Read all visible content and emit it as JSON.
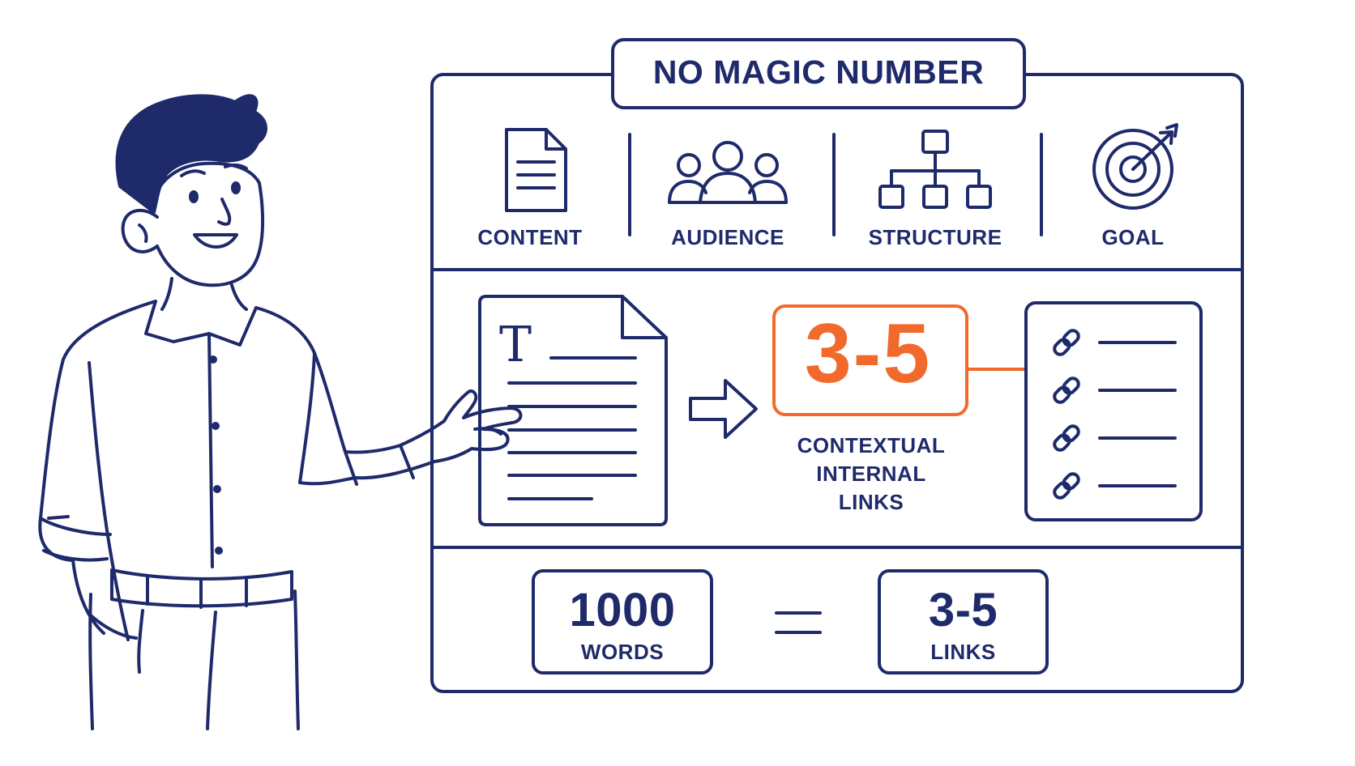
{
  "title": "NO MAGIC NUMBER",
  "categories": [
    {
      "label": "CONTENT",
      "icon": "document-icon"
    },
    {
      "label": "AUDIENCE",
      "icon": "people-group-icon"
    },
    {
      "label": "STRUCTURE",
      "icon": "hierarchy-icon"
    },
    {
      "label": "GOAL",
      "icon": "target-icon"
    }
  ],
  "document_letter": "T",
  "highlight": {
    "range": "3-5",
    "caption_lines": [
      "CONTEXTUAL",
      "INTERNAL",
      "LINKS"
    ]
  },
  "equation": {
    "left_value": "1000",
    "left_unit": "WORDS",
    "right_value": "3-5",
    "right_unit": "LINKS"
  },
  "colors": {
    "ink": "#1f2a6b",
    "accent": "#f26a2b",
    "background": "#ffffff"
  }
}
